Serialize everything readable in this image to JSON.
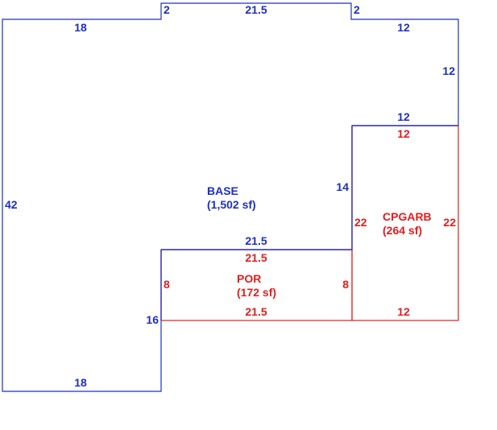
{
  "colors": {
    "base": "#1f2fbf",
    "addition": "#e01e1e",
    "background": "#ffffff"
  },
  "areas": {
    "base": {
      "name": "BASE",
      "area": "(1,502 sf)"
    },
    "porch": {
      "name": "POR",
      "area": "(172 sf)"
    },
    "garage": {
      "name": "CPGARB",
      "area": "(264 sf)"
    }
  },
  "base_dims": {
    "top_left": "18",
    "step_left": "2",
    "top_mid": "21.5",
    "step_right": "2",
    "top_right": "12",
    "right_upper": "12",
    "inner_horizontal": "12",
    "inner_vertical": "14",
    "left": "42",
    "porch_top": "21.5",
    "lower_vertical": "16",
    "bottom": "18"
  },
  "porch_dims": {
    "top": "21.5",
    "left": "8",
    "right": "8",
    "bottom": "21.5"
  },
  "garage_dims": {
    "top": "12",
    "left": "22",
    "right": "22",
    "bottom": "12"
  }
}
